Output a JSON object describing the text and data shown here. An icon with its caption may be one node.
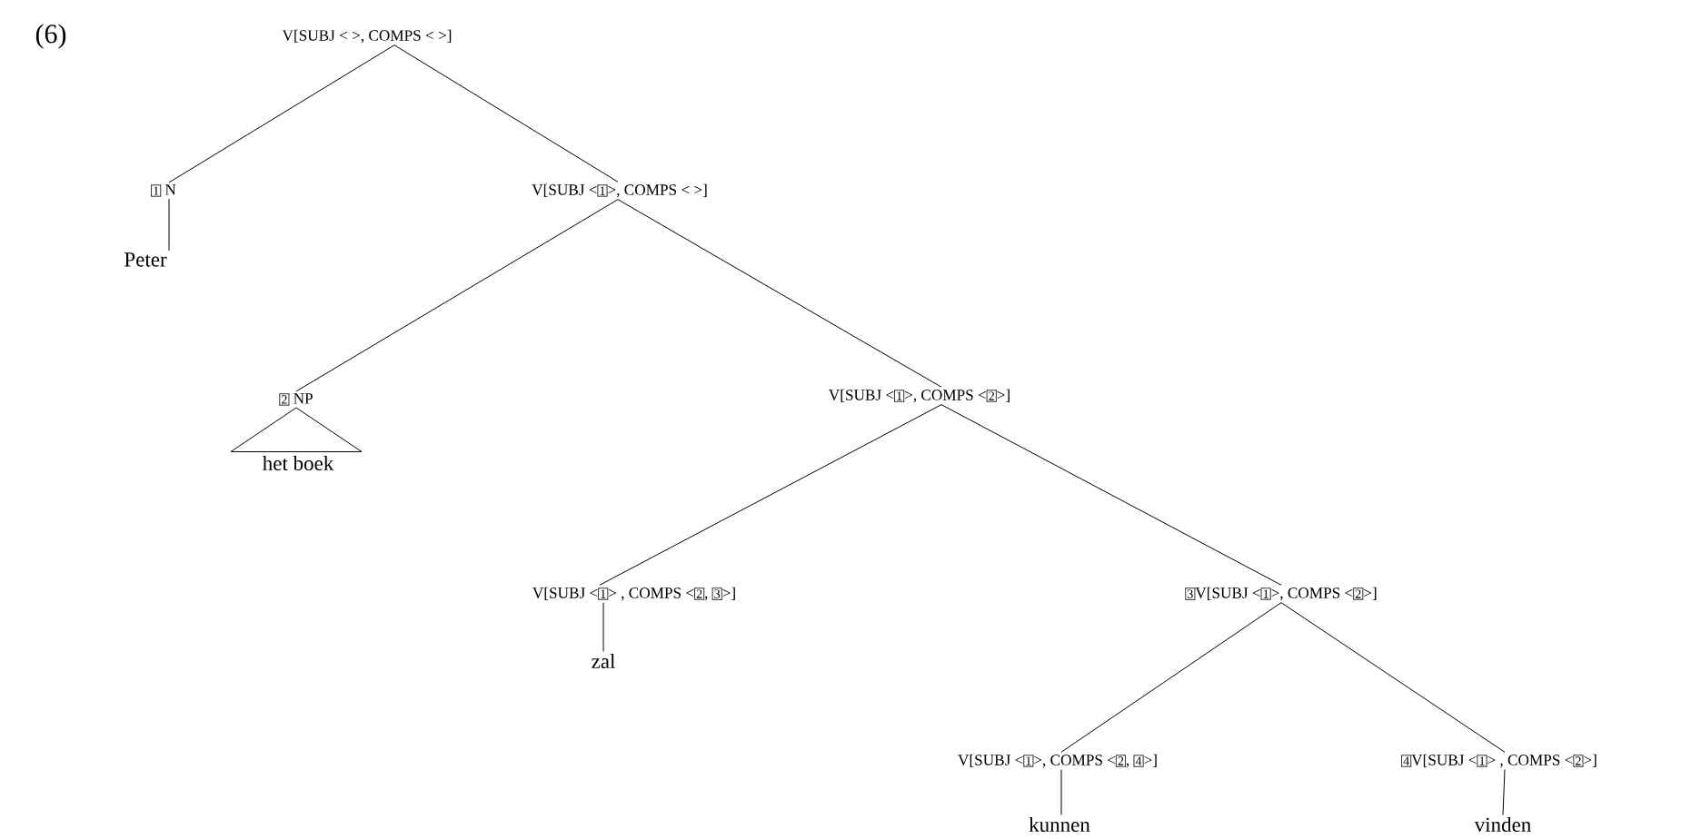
{
  "diagram": {
    "nodes": [
      {
        "text": [
          "V[SUBJ < >, COMPS < >]"
        ]
      },
      {
        "text": [
          "1",
          " N"
        ]
      },
      {
        "text": [
          "V[SUBJ <",
          "1",
          ">, COMPS < >]"
        ]
      },
      {
        "text": [
          "Peter"
        ]
      },
      {
        "text": [
          "2",
          " NP"
        ]
      },
      {
        "text": [
          "V[SUBJ <",
          "1",
          ">, COMPS <",
          "2",
          ">]"
        ]
      },
      {
        "text": [
          "het boek"
        ]
      },
      {
        "text": [
          "V[SUBJ  <",
          "1",
          "> , COMPS <",
          "2",
          ", ",
          "3",
          ">]"
        ]
      },
      {
        "text": [
          "3",
          "V[SUBJ  <",
          "1",
          ">, COMPS <",
          "2",
          ">]"
        ]
      },
      {
        "text": [
          "zal"
        ]
      },
      {
        "text": [
          "V[SUBJ  <",
          "1",
          ">, COMPS <",
          "2",
          ", ",
          "4",
          ">]"
        ]
      },
      {
        "text": [
          "4",
          "V[SUBJ  <",
          "1",
          "> , COMPS <",
          "2",
          ">]"
        ]
      },
      {
        "text": [
          "kunnen"
        ]
      },
      {
        "text": [
          "vinden"
        ]
      }
    ],
    "edges": [
      {
        "from": 0,
        "to": 1,
        "arrow": "none"
      },
      {
        "from": 0,
        "to": 2,
        "arrow": "none"
      },
      {
        "from": 1,
        "to": 3,
        "arrow": "none"
      },
      {
        "from": 2,
        "to": 4,
        "arrow": "none"
      },
      {
        "from": 2,
        "to": 5,
        "arrow": "none"
      },
      {
        "from": 4,
        "to": 6,
        "arrow": "none"
      },
      {
        "from": 5,
        "to": 7,
        "arrow": "none"
      },
      {
        "from": 5,
        "to": 8,
        "arrow": "none"
      },
      {
        "from": 7,
        "to": 9,
        "arrow": "none"
      },
      {
        "from": 8,
        "to": 10,
        "arrow": "none"
      },
      {
        "from": 8,
        "to": 11,
        "arrow": "none"
      },
      {
        "from": 10,
        "to": 12,
        "arrow": "none"
      },
      {
        "from": 11,
        "to": 13,
        "arrow": "none"
      }
    ],
    "labels": [
      "(6)"
    ]
  }
}
